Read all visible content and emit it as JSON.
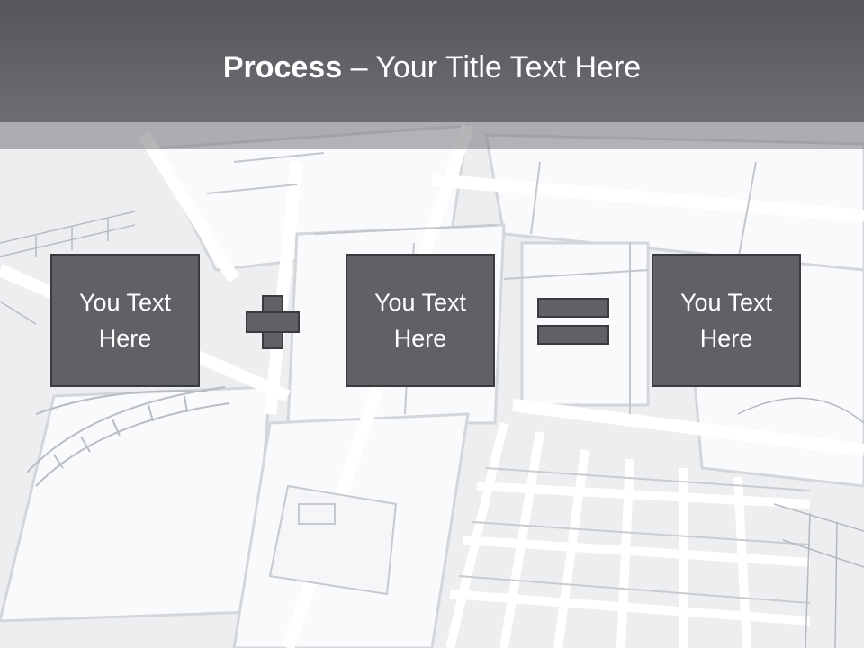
{
  "slide": {
    "title_bold": "Process",
    "title_rest": " – Your Title Text Here"
  },
  "process": {
    "boxes": [
      {
        "text": "You Text Here"
      },
      {
        "text": "You Text Here"
      },
      {
        "text": "You Text Here"
      }
    ],
    "operators": [
      "plus-icon",
      "equals-icon"
    ]
  },
  "colors": {
    "title_bar": "#5f6065",
    "box_fill": "#5f6166",
    "box_border": "#3a3b3f",
    "text": "#ffffff"
  }
}
